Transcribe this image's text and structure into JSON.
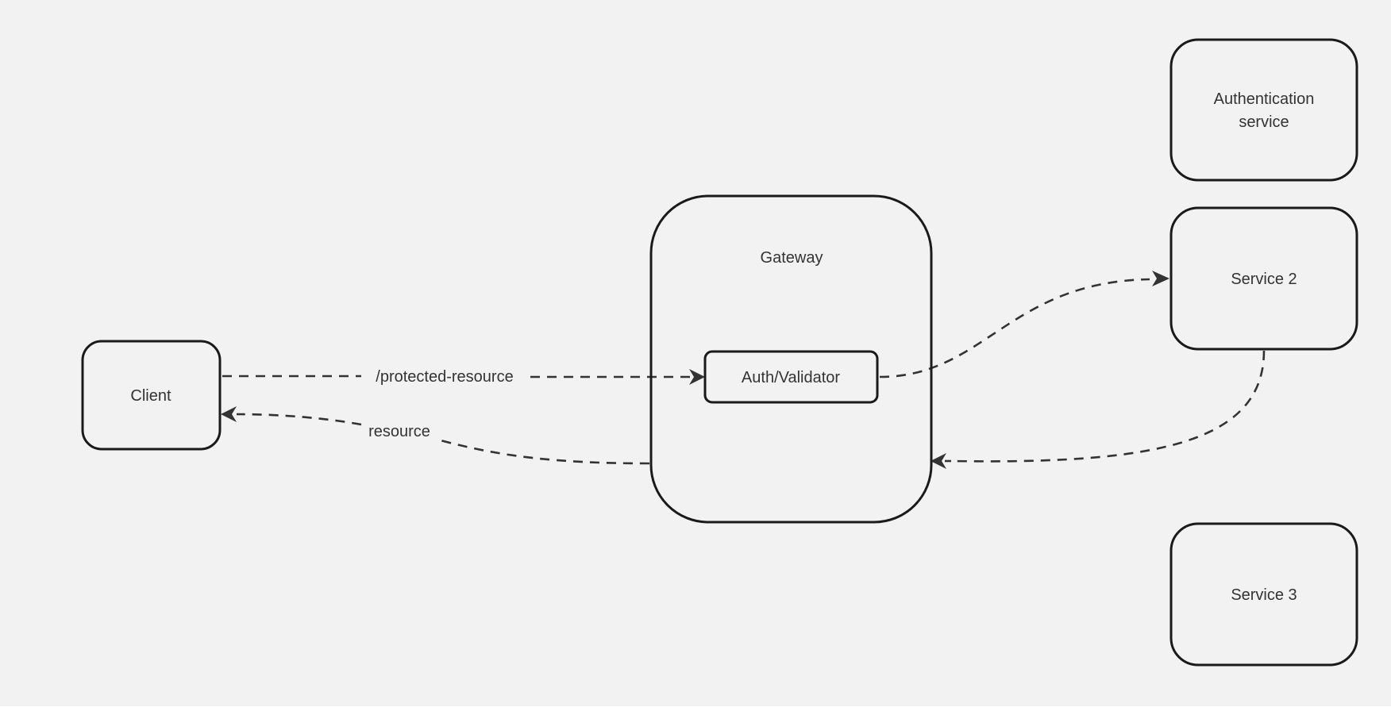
{
  "canvas": {
    "background": "#f2f2f2",
    "node_stroke": "#1a1a1a",
    "edge_color": "#333333",
    "text_color": "#333333"
  },
  "nodes": {
    "client": {
      "label": "Client"
    },
    "gateway": {
      "label": "Gateway"
    },
    "auth_validator": {
      "label": "Auth/Validator"
    },
    "authentication_service": {
      "label_line1": "Authentication",
      "label_line2": "service"
    },
    "service_2": {
      "label": "Service 2"
    },
    "service_3": {
      "label": "Service 3"
    }
  },
  "edges": {
    "client_to_auth": {
      "label": "/protected-resource",
      "style": "dashed"
    },
    "gateway_to_client": {
      "label": "resource",
      "style": "dashed"
    },
    "auth_to_service2": {
      "label": "",
      "style": "dashed"
    },
    "service2_to_gateway": {
      "label": "",
      "style": "dashed"
    }
  }
}
